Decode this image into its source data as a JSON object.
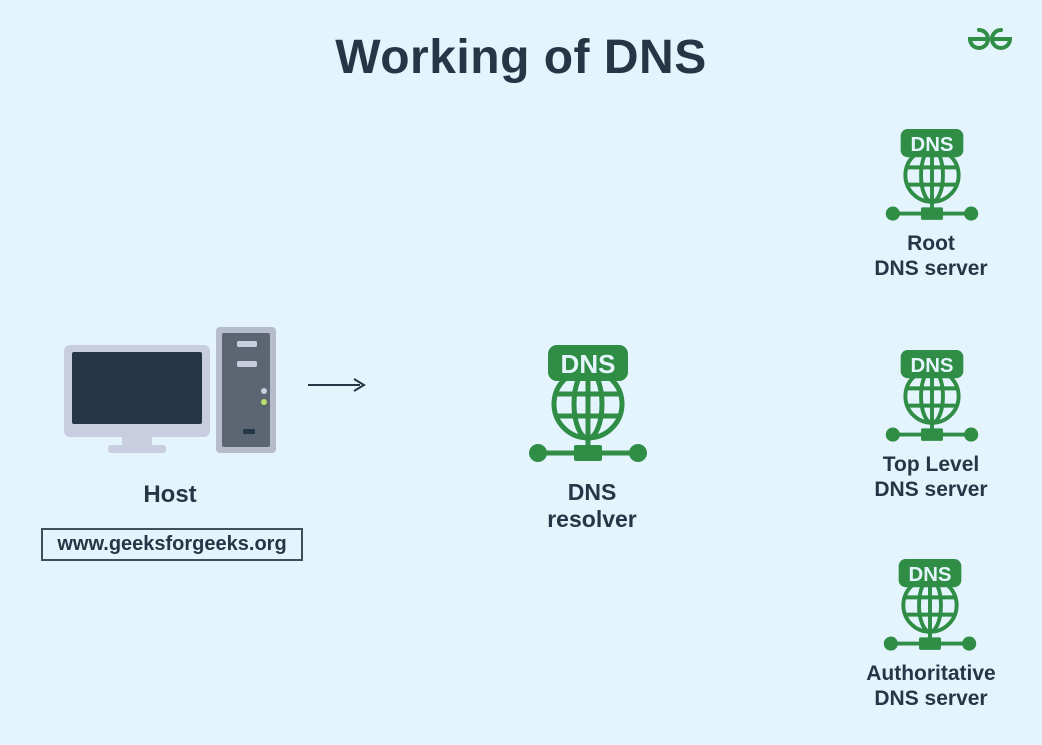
{
  "title": "Working of DNS",
  "logo": {
    "icon": "gfg-logo-icon",
    "color": "#2f8d46"
  },
  "host": {
    "label": "Host",
    "url": "www.geeksforgeeks.org"
  },
  "resolver": {
    "badge": "DNS",
    "label_line1": "DNS",
    "label_line2": "resolver"
  },
  "servers": [
    {
      "badge": "DNS",
      "label_line1": "Root",
      "label_line2": "DNS server"
    },
    {
      "badge": "DNS",
      "label_line1": "Top Level",
      "label_line2": "DNS server"
    },
    {
      "badge": "DNS",
      "label_line1": "Authoritative",
      "label_line2": "DNS server"
    }
  ],
  "colors": {
    "background": "#e4f4fd",
    "accent_green": "#2f8d46",
    "text_dark": "#253746",
    "arrow": "#253746"
  }
}
